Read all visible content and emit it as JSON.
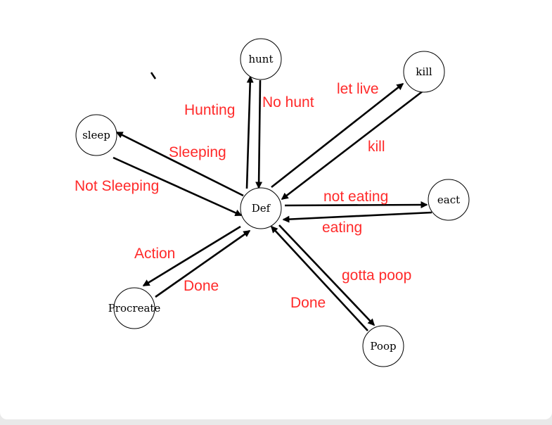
{
  "colors": {
    "edge_label": "#ff2a2a",
    "edge": "#000000",
    "node_fill": "#ffffff",
    "background": "#ffffff",
    "frame": "#e9e9e9"
  },
  "nodes": {
    "def": "Def",
    "hunt": "hunt",
    "kill": "kill",
    "sleep": "sleep",
    "eact": "eact",
    "procreate": "Procreate",
    "poop": "Poop"
  },
  "edges": {
    "hunting": "Hunting",
    "no_hunt": "No hunt",
    "let_live": "let live",
    "kill": "kill",
    "sleeping": "Sleeping",
    "not_sleeping": "Not Sleeping",
    "not_eating": "not eating",
    "eating": "eating",
    "action": "Action",
    "done_procreate": "Done",
    "gotta_poop": "gotta poop",
    "done_poop": "Done"
  }
}
